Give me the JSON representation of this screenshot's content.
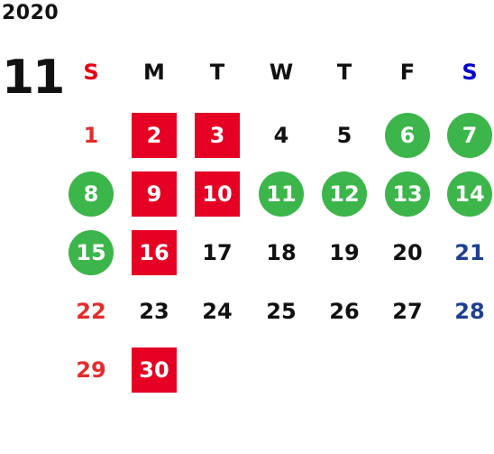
{
  "calendar": {
    "year": "2020",
    "month": "11",
    "weekdays": [
      "S",
      "M",
      "T",
      "W",
      "T",
      "F",
      "S"
    ],
    "colors": {
      "sunday_header": "#e60012",
      "saturday_header": "#0000cc",
      "sunday_date": "#e32c2c",
      "saturday_date": "#1e3f91",
      "normal_date": "#111111",
      "red_square_bg": "#e60023",
      "green_circle_bg": "#3cb54a"
    },
    "days": [
      {
        "label": "1",
        "weekday": 0,
        "week": 0,
        "highlight": "none"
      },
      {
        "label": "2",
        "weekday": 1,
        "week": 0,
        "highlight": "red-square"
      },
      {
        "label": "3",
        "weekday": 2,
        "week": 0,
        "highlight": "red-square"
      },
      {
        "label": "4",
        "weekday": 3,
        "week": 0,
        "highlight": "none"
      },
      {
        "label": "5",
        "weekday": 4,
        "week": 0,
        "highlight": "none"
      },
      {
        "label": "6",
        "weekday": 5,
        "week": 0,
        "highlight": "green-circle"
      },
      {
        "label": "7",
        "weekday": 6,
        "week": 0,
        "highlight": "green-circle"
      },
      {
        "label": "8",
        "weekday": 0,
        "week": 1,
        "highlight": "green-circle"
      },
      {
        "label": "9",
        "weekday": 1,
        "week": 1,
        "highlight": "red-square"
      },
      {
        "label": "10",
        "weekday": 2,
        "week": 1,
        "highlight": "red-square"
      },
      {
        "label": "11",
        "weekday": 3,
        "week": 1,
        "highlight": "green-circle"
      },
      {
        "label": "12",
        "weekday": 4,
        "week": 1,
        "highlight": "green-circle"
      },
      {
        "label": "13",
        "weekday": 5,
        "week": 1,
        "highlight": "green-circle"
      },
      {
        "label": "14",
        "weekday": 6,
        "week": 1,
        "highlight": "green-circle"
      },
      {
        "label": "15",
        "weekday": 0,
        "week": 2,
        "highlight": "green-circle"
      },
      {
        "label": "16",
        "weekday": 1,
        "week": 2,
        "highlight": "red-square"
      },
      {
        "label": "17",
        "weekday": 2,
        "week": 2,
        "highlight": "none"
      },
      {
        "label": "18",
        "weekday": 3,
        "week": 2,
        "highlight": "none"
      },
      {
        "label": "19",
        "weekday": 4,
        "week": 2,
        "highlight": "none"
      },
      {
        "label": "20",
        "weekday": 5,
        "week": 2,
        "highlight": "none"
      },
      {
        "label": "21",
        "weekday": 6,
        "week": 2,
        "highlight": "none"
      },
      {
        "label": "22",
        "weekday": 0,
        "week": 3,
        "highlight": "none"
      },
      {
        "label": "23",
        "weekday": 1,
        "week": 3,
        "highlight": "none"
      },
      {
        "label": "24",
        "weekday": 2,
        "week": 3,
        "highlight": "none"
      },
      {
        "label": "25",
        "weekday": 3,
        "week": 3,
        "highlight": "none"
      },
      {
        "label": "26",
        "weekday": 4,
        "week": 3,
        "highlight": "none"
      },
      {
        "label": "27",
        "weekday": 5,
        "week": 3,
        "highlight": "none"
      },
      {
        "label": "28",
        "weekday": 6,
        "week": 3,
        "highlight": "none"
      },
      {
        "label": "29",
        "weekday": 0,
        "week": 4,
        "highlight": "none"
      },
      {
        "label": "30",
        "weekday": 1,
        "week": 4,
        "highlight": "red-square"
      }
    ]
  }
}
